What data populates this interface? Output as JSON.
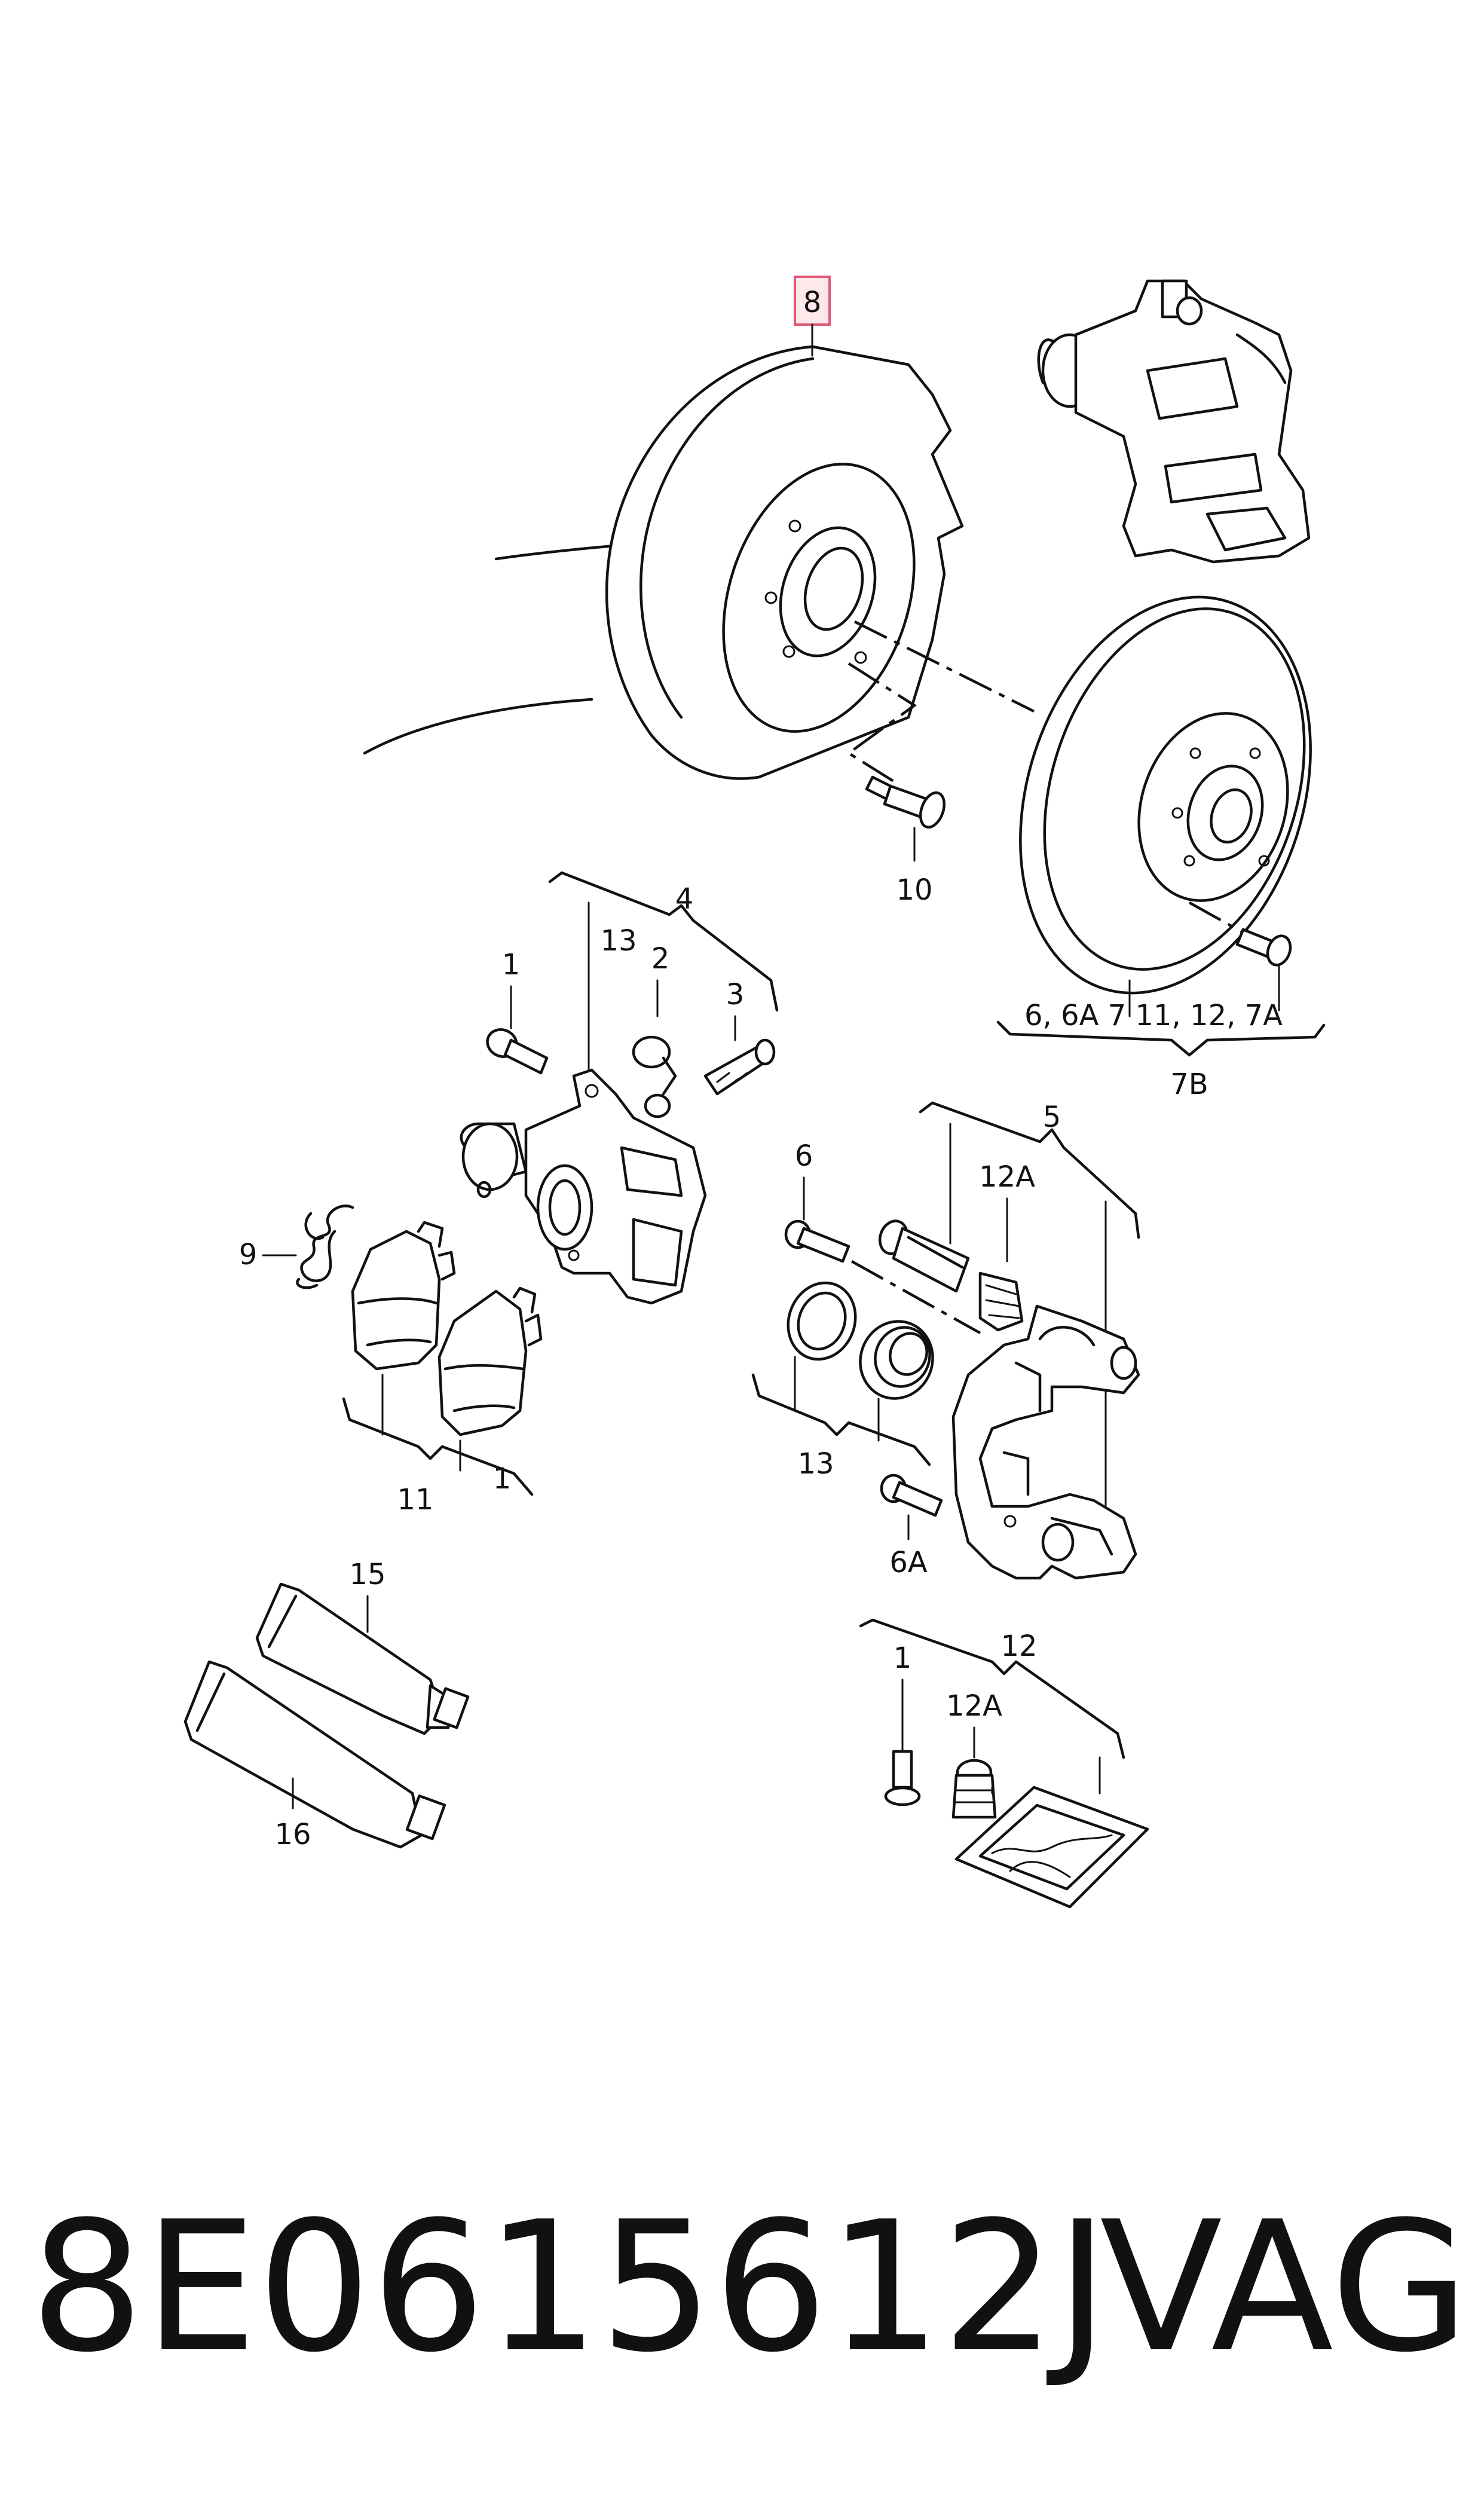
{
  "diagram": {
    "highlighted_label": "8",
    "labels": {
      "l4": "4",
      "l13_top": "13",
      "l1_bolt": "1",
      "l2": "2",
      "l3": "3",
      "l9": "9",
      "l11": "11",
      "l1_pads": "1",
      "l10": "10",
      "l_disc_group": "6, 6A   7 11, 12, 7A",
      "l7b": "7B",
      "l5": "5",
      "l6": "6",
      "l12a_top": "12A",
      "l13_seals": "13",
      "l6a": "6A",
      "l15": "15",
      "l16": "16",
      "l12": "12",
      "l1_kit": "1",
      "l12a_kit": "12A"
    }
  },
  "footer": {
    "part_number": "8E0615612J",
    "brand": "VAG"
  }
}
